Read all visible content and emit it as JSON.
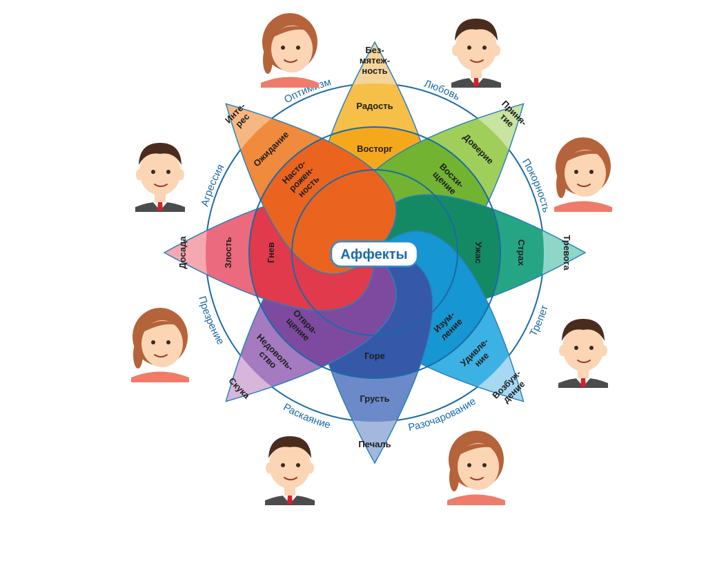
{
  "center_label": "Аффекты",
  "colors": {
    "circle": "#1a6aa8",
    "outline": "#2980b9"
  },
  "petals": [
    {
      "id": "yellow",
      "colors": [
        "#f5d49a",
        "#f6bf48",
        "#f5a81c"
      ],
      "labels": [
        [
          "Без-",
          "мятеж-",
          "ность"
        ],
        [
          "Радость"
        ],
        [
          "Восторг"
        ]
      ]
    },
    {
      "id": "green",
      "colors": [
        "#c9e3a0",
        "#9fcf5a",
        "#72b431"
      ],
      "labels": [
        [
          "Приня-",
          "тие"
        ],
        [
          "Доверие"
        ],
        [
          "Восхи-",
          "щение"
        ]
      ]
    },
    {
      "id": "teal",
      "colors": [
        "#8fd6c8",
        "#26a585",
        "#148a64"
      ],
      "labels": [
        [
          "Тревога"
        ],
        [
          "Страх"
        ],
        [
          "Ужас"
        ]
      ]
    },
    {
      "id": "cyan",
      "colors": [
        "#a6d8f2",
        "#3cb2e4",
        "#1696d2"
      ],
      "labels": [
        [
          "Возбуж-",
          "дение"
        ],
        [
          "Удивле-",
          "ние"
        ],
        [
          "Изум-",
          "ление"
        ]
      ]
    },
    {
      "id": "blue",
      "colors": [
        "#a4b8de",
        "#6c89c9",
        "#3658a8"
      ],
      "labels": [
        [
          "Печаль"
        ],
        [
          "Грусть"
        ],
        [
          "Горе"
        ]
      ]
    },
    {
      "id": "purple",
      "colors": [
        "#d8b6dc",
        "#a57ac0",
        "#7e4aa0"
      ],
      "labels": [
        [
          "Скука"
        ],
        [
          "Недоволь-",
          "ство"
        ],
        [
          "Отвра-",
          "щение"
        ]
      ]
    },
    {
      "id": "red",
      "colors": [
        "#f5a8b0",
        "#ec6a7e",
        "#e03a4c"
      ],
      "labels": [
        [
          "Досада"
        ],
        [
          "Злость"
        ],
        [
          "Гнев"
        ]
      ]
    },
    {
      "id": "orange",
      "colors": [
        "#f7b782",
        "#f08a3c",
        "#ea6420"
      ],
      "labels": [
        [
          "Инте-",
          "рес"
        ],
        [
          "Ожидание"
        ],
        [
          "Насто-",
          "рожен-",
          "ность"
        ]
      ]
    }
  ],
  "dyads": [
    "Любовь",
    "Покорность",
    "Трепет",
    "Разочарование",
    "Раскаяние",
    "Презрение",
    "Агрессия",
    "Оптимизм"
  ],
  "faces": [
    {
      "name": "face-optimism",
      "hair": "#b5633a",
      "skin": "#fbd5b4",
      "shirt": "#ef7b6a",
      "female": true
    },
    {
      "name": "face-love",
      "hair": "#4a2c1e",
      "skin": "#fbd5b4",
      "shirt": "#ffffff",
      "female": false
    },
    {
      "name": "face-submission",
      "hair": "#b5633a",
      "skin": "#fbd5b4",
      "shirt": "#ef7b6a",
      "female": true
    },
    {
      "name": "face-awe",
      "hair": "#4a2c1e",
      "skin": "#fbd5b4",
      "shirt": "#ffffff",
      "female": false
    },
    {
      "name": "face-disappointment",
      "hair": "#b5633a",
      "skin": "#fbd5b4",
      "shirt": "#ef7b6a",
      "female": true
    },
    {
      "name": "face-remorse",
      "hair": "#4a2c1e",
      "skin": "#fbd5b4",
      "shirt": "#ffffff",
      "female": false
    },
    {
      "name": "face-contempt",
      "hair": "#b5633a",
      "skin": "#fbd5b4",
      "shirt": "#ef7b6a",
      "female": true
    },
    {
      "name": "face-aggression",
      "hair": "#4a2c1e",
      "skin": "#fbd5b4",
      "shirt": "#ffffff",
      "female": false
    }
  ]
}
